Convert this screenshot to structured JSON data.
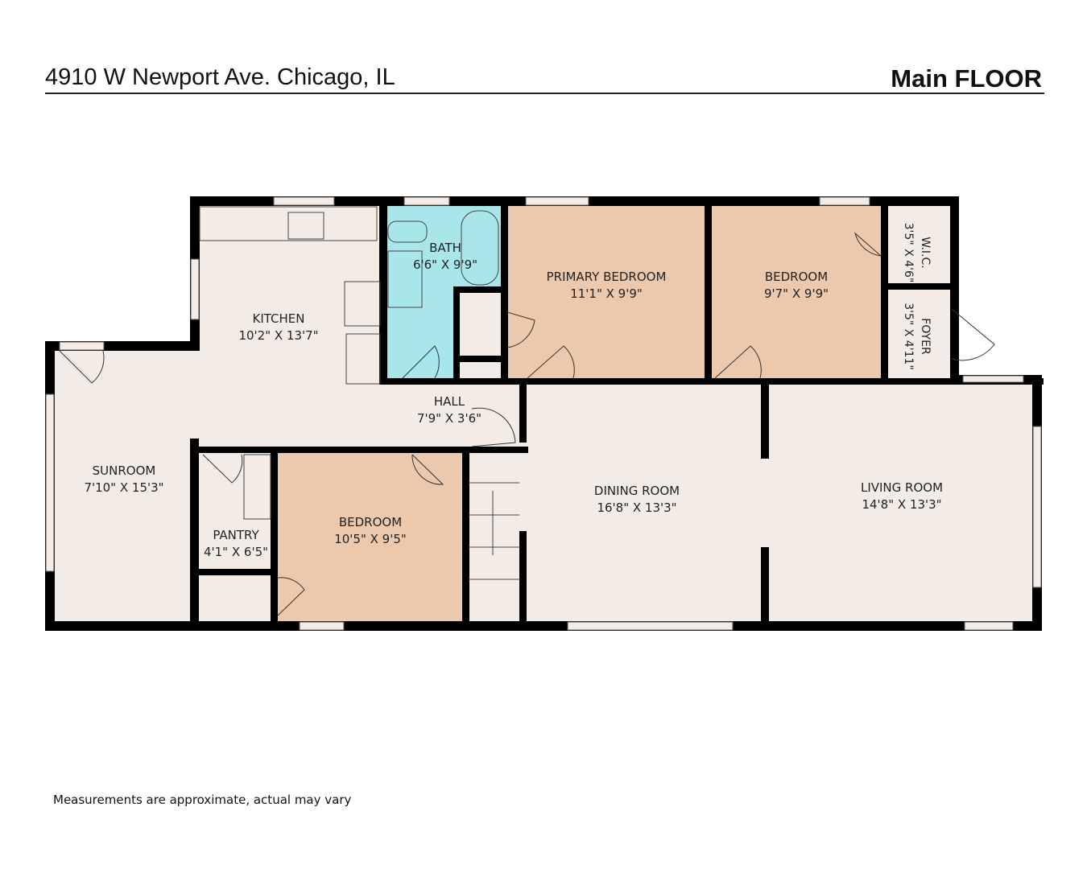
{
  "header": {
    "address": "4910 W Newport Ave. Chicago, IL",
    "floor_title": "Main FLOOR"
  },
  "footer": {
    "disclaimer": "Measurements are approximate, actual may vary"
  },
  "colors": {
    "wall": "#000000",
    "floor_default": "#f3ece6",
    "bedroom": "#ecc9ac",
    "bath": "#a8e6ea"
  },
  "rooms": [
    {
      "name": "KITCHEN",
      "dims": "10'2\" X 13'7\""
    },
    {
      "name": "BATH",
      "dims": "6'6\" X 9'9\""
    },
    {
      "name": "PRIMARY BEDROOM",
      "dims": "11'1\" X 9'9\""
    },
    {
      "name": "BEDROOM",
      "dims": "9'7\" X 9'9\""
    },
    {
      "name": "W.I.C.",
      "dims": "3'5\" X 4'6\""
    },
    {
      "name": "FOYER",
      "dims": "3'5\" X 4'11\""
    },
    {
      "name": "SUNROOM",
      "dims": "7'10\" X 15'3\""
    },
    {
      "name": "HALL",
      "dims": "7'9\" X 3'6\""
    },
    {
      "name": "PANTRY",
      "dims": "4'1\" X 6'5\""
    },
    {
      "name": "BEDROOM",
      "dims": "10'5\" X 9'5\""
    },
    {
      "name": "DINING ROOM",
      "dims": "16'8\" X 13'3\""
    },
    {
      "name": "LIVING ROOM",
      "dims": "14'8\" X 13'3\""
    }
  ]
}
